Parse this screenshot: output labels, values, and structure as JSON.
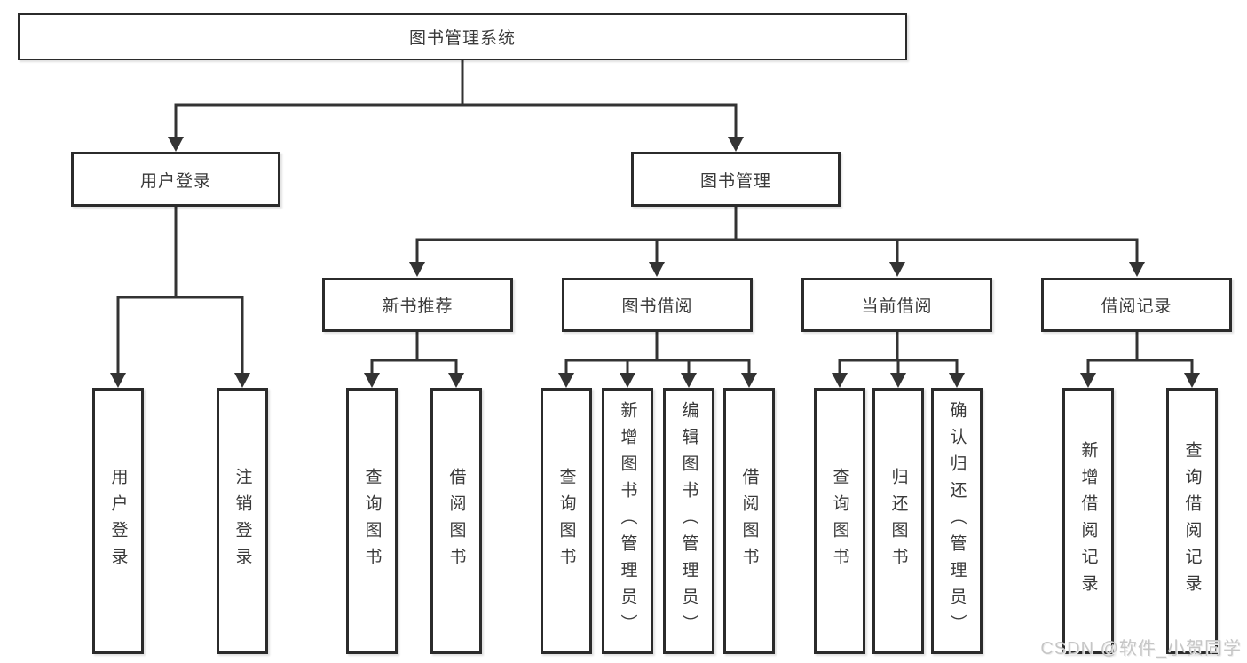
{
  "diagram": {
    "root": "图书管理系统",
    "branches": [
      {
        "id": "user-login",
        "label": "用户登录",
        "children": [
          "用户登录",
          "注销登录"
        ]
      },
      {
        "id": "book-management",
        "label": "图书管理",
        "sections": [
          {
            "id": "new-book-recommend",
            "label": "新书推荐",
            "children": [
              "查询图书",
              "借阅图书"
            ]
          },
          {
            "id": "book-borrow",
            "label": "图书借阅",
            "children": [
              "查询图书",
              "新增图书（管理员）",
              "编辑图书（管理员）",
              "借阅图书"
            ]
          },
          {
            "id": "current-borrow",
            "label": "当前借阅",
            "children": [
              "查询图书",
              "归还图书",
              "确认归还（管理员）"
            ]
          },
          {
            "id": "borrow-records",
            "label": "借阅记录",
            "children": [
              "新增借阅记录",
              "查询借阅记录"
            ]
          }
        ]
      }
    ]
  },
  "watermark": "CSDN @软件_小贺同学",
  "colors": {
    "background": "#ffffff",
    "line": "#333333",
    "box_border": "#2b2b2b",
    "text": "#3a3a3a",
    "watermark_text": "#c6c6c6"
  }
}
